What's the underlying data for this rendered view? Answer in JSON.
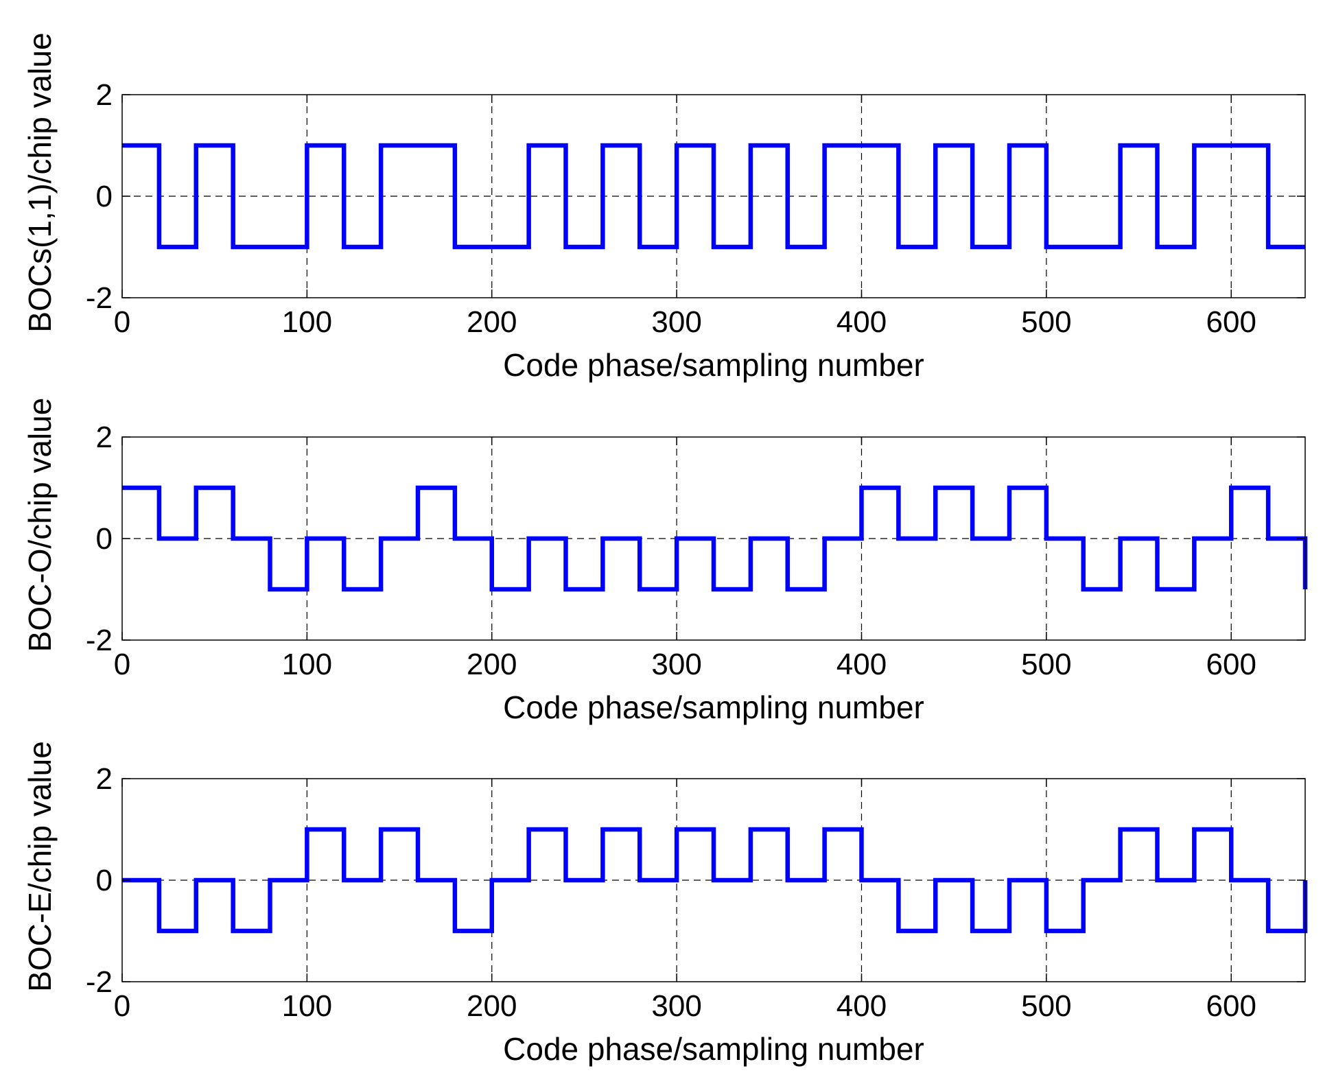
{
  "colors": {
    "line": "#0000ff",
    "axes": "#000000",
    "grid": "#000000",
    "background": "#ffffff"
  },
  "chart_data": [
    {
      "type": "line",
      "title": "",
      "xlabel": "Code phase/sampling number",
      "ylabel": "BOCs(1,1)/chip value",
      "xlim": [
        0,
        640
      ],
      "ylim": [
        -2,
        2
      ],
      "xticks": [
        0,
        100,
        200,
        300,
        400,
        500,
        600
      ],
      "yticks": [
        -2,
        0,
        2
      ],
      "grid": true,
      "series": [
        {
          "x": [
            0,
            20,
            20,
            40,
            40,
            60,
            60,
            100,
            100,
            120,
            120,
            140,
            140,
            180,
            180,
            220,
            220,
            240,
            240,
            260,
            260,
            280,
            280,
            300,
            300,
            320,
            320,
            340,
            340,
            360,
            360,
            380,
            380,
            420,
            420,
            440,
            440,
            460,
            460,
            480,
            480,
            500,
            500,
            540,
            540,
            560,
            560,
            580,
            580,
            620,
            620,
            640
          ],
          "y": [
            1,
            1,
            -1,
            -1,
            1,
            1,
            -1,
            -1,
            1,
            1,
            -1,
            -1,
            1,
            1,
            -1,
            -1,
            1,
            1,
            -1,
            -1,
            1,
            1,
            -1,
            -1,
            1,
            1,
            -1,
            -1,
            1,
            1,
            -1,
            -1,
            1,
            1,
            -1,
            -1,
            1,
            1,
            -1,
            -1,
            1,
            1,
            -1,
            -1,
            1,
            1,
            -1,
            -1,
            1,
            1,
            -1,
            -1
          ]
        }
      ]
    },
    {
      "type": "line",
      "title": "",
      "xlabel": "Code phase/sampling number",
      "ylabel": "BOC-O/chip value",
      "xlim": [
        0,
        640
      ],
      "ylim": [
        -2,
        2
      ],
      "xticks": [
        0,
        100,
        200,
        300,
        400,
        500,
        600
      ],
      "yticks": [
        -2,
        0,
        2
      ],
      "grid": true,
      "series": [
        {
          "x": [
            0,
            20,
            20,
            40,
            40,
            60,
            60,
            80,
            80,
            100,
            100,
            120,
            120,
            140,
            140,
            160,
            160,
            180,
            180,
            200,
            200,
            220,
            220,
            240,
            240,
            260,
            260,
            280,
            280,
            300,
            300,
            320,
            320,
            340,
            340,
            360,
            360,
            380,
            380,
            400,
            400,
            420,
            420,
            440,
            440,
            460,
            460,
            480,
            480,
            500,
            500,
            520,
            520,
            540,
            540,
            560,
            560,
            580,
            580,
            600,
            600,
            620,
            620,
            640,
            640
          ],
          "y": [
            1,
            1,
            0,
            0,
            1,
            1,
            0,
            0,
            -1,
            -1,
            0,
            0,
            -1,
            -1,
            0,
            0,
            1,
            1,
            0,
            0,
            -1,
            -1,
            0,
            0,
            -1,
            -1,
            0,
            0,
            -1,
            -1,
            0,
            0,
            -1,
            -1,
            0,
            0,
            -1,
            -1,
            0,
            0,
            1,
            1,
            0,
            0,
            1,
            1,
            0,
            0,
            1,
            1,
            0,
            0,
            -1,
            -1,
            0,
            0,
            -1,
            -1,
            0,
            0,
            1,
            1,
            0,
            0,
            -1
          ]
        }
      ]
    },
    {
      "type": "line",
      "title": "",
      "xlabel": "Code phase/sampling number",
      "ylabel": "BOC-E/chip value",
      "xlim": [
        0,
        640
      ],
      "ylim": [
        -2,
        2
      ],
      "xticks": [
        0,
        100,
        200,
        300,
        400,
        500,
        600
      ],
      "yticks": [
        -2,
        0,
        2
      ],
      "grid": true,
      "series": [
        {
          "x": [
            0,
            20,
            20,
            40,
            40,
            60,
            60,
            80,
            80,
            100,
            100,
            120,
            120,
            140,
            140,
            160,
            160,
            180,
            180,
            200,
            200,
            220,
            220,
            240,
            240,
            260,
            260,
            280,
            280,
            300,
            300,
            320,
            320,
            340,
            340,
            360,
            360,
            380,
            380,
            400,
            400,
            420,
            420,
            440,
            440,
            460,
            460,
            480,
            480,
            500,
            500,
            520,
            520,
            540,
            540,
            560,
            560,
            580,
            580,
            600,
            600,
            620,
            620,
            640,
            640
          ],
          "y": [
            0,
            0,
            -1,
            -1,
            0,
            0,
            -1,
            -1,
            0,
            0,
            1,
            1,
            0,
            0,
            1,
            1,
            0,
            0,
            -1,
            -1,
            0,
            0,
            1,
            1,
            0,
            0,
            1,
            1,
            0,
            0,
            1,
            1,
            0,
            0,
            1,
            1,
            0,
            0,
            1,
            1,
            0,
            0,
            -1,
            -1,
            0,
            0,
            -1,
            -1,
            0,
            0,
            -1,
            -1,
            0,
            0,
            1,
            1,
            0,
            0,
            1,
            1,
            0,
            0,
            -1,
            -1,
            0
          ]
        }
      ]
    }
  ]
}
